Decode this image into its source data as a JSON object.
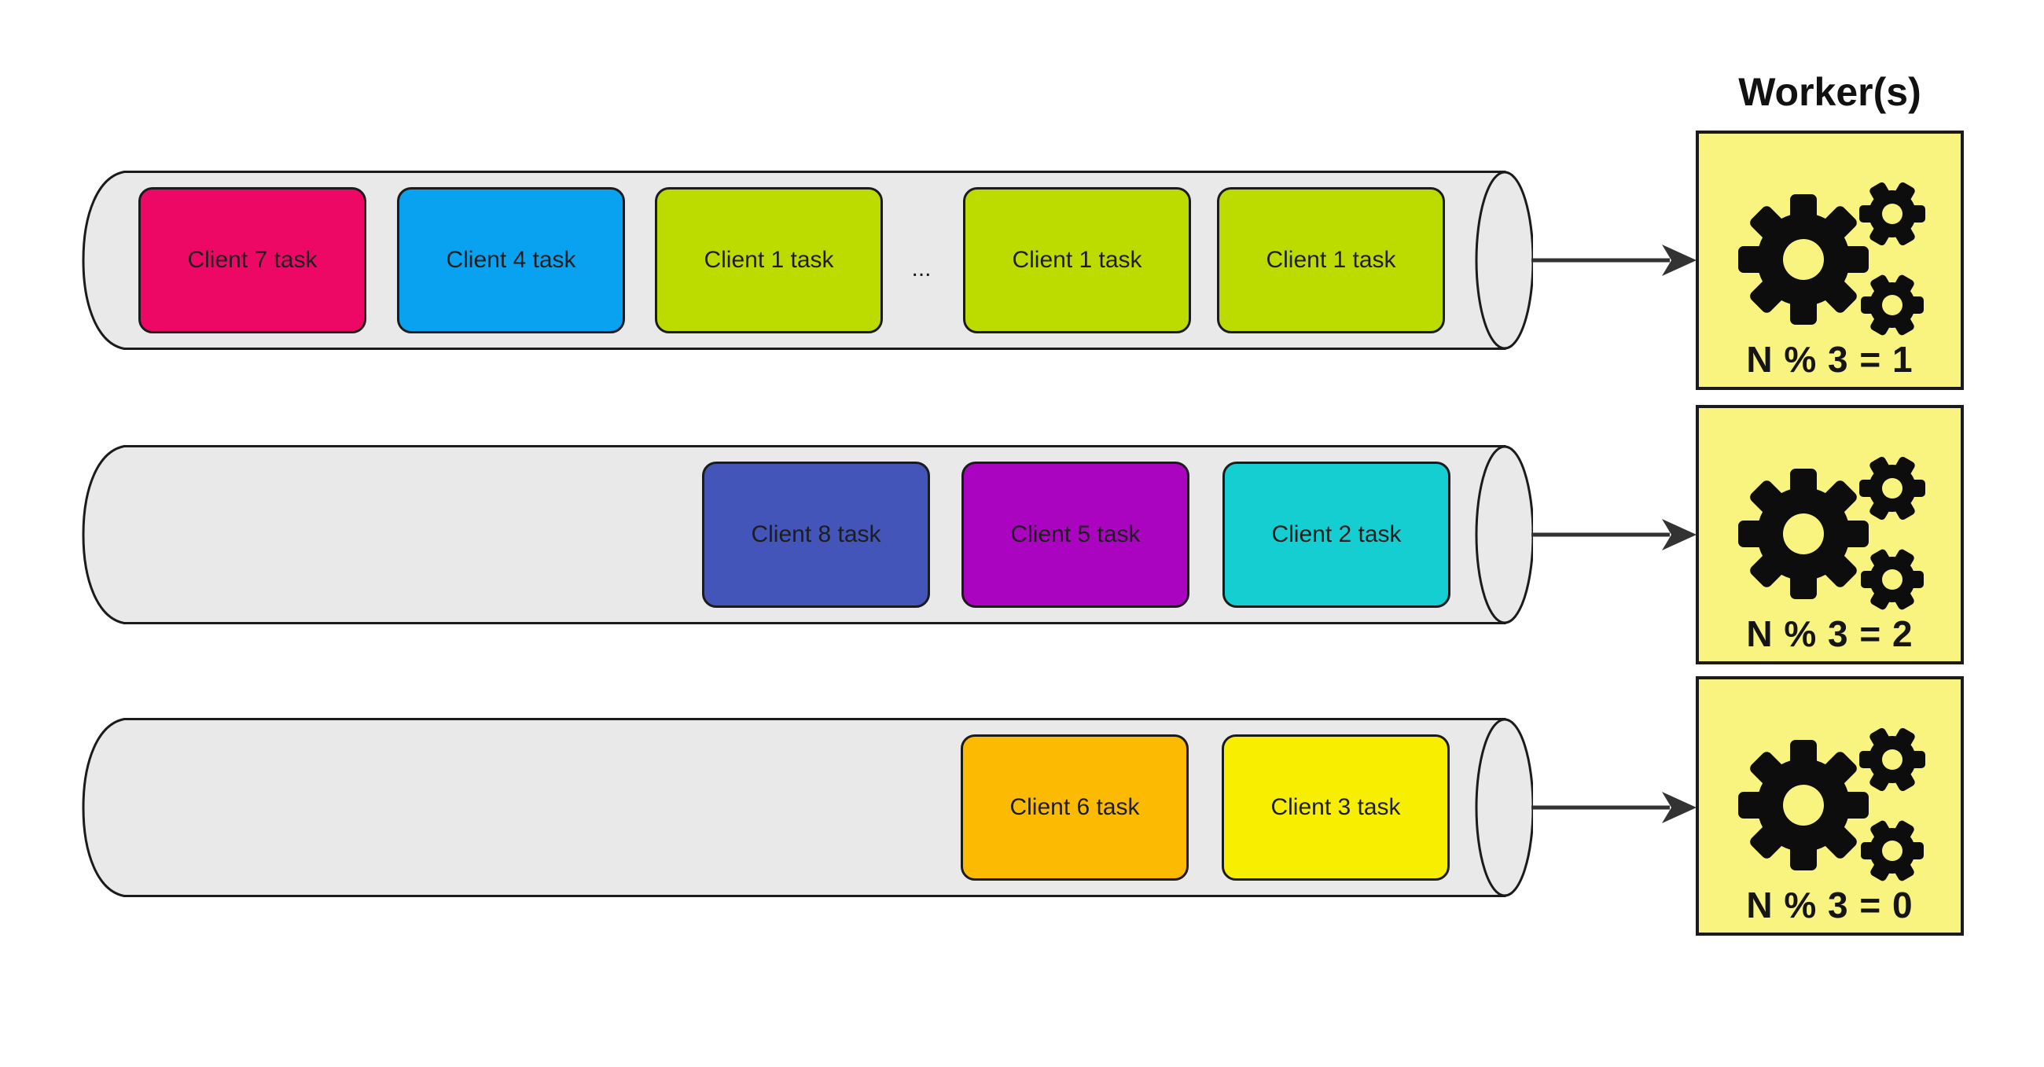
{
  "title": "Worker(s)",
  "ellipsis": "...",
  "colors": {
    "background": "#ffffff",
    "cylinder_fill": "#e9e9e9",
    "stroke": "#1b1b1b",
    "worker_fill": "#f9f37f",
    "arrow": "#333333",
    "gear": "#0d0d0d"
  },
  "icons": {
    "worker_icon": "gears-icon"
  },
  "queues": [
    {
      "name": "queue-1",
      "tasks": [
        {
          "label": "Client 7 task",
          "color": "#ed0866"
        },
        {
          "label": "Client 4 task",
          "color": "#09a2f0"
        },
        {
          "label": "Client 1 task",
          "color": "#bcdc00"
        },
        {
          "label": "Client 1 task",
          "color": "#bcdc00"
        },
        {
          "label": "Client 1 task",
          "color": "#bcdc00"
        }
      ]
    },
    {
      "name": "queue-2",
      "tasks": [
        {
          "label": "Client 8 task",
          "color": "#4355b8"
        },
        {
          "label": "Client 5 task",
          "color": "#aa04c0"
        },
        {
          "label": "Client 2 task",
          "color": "#14ced2"
        }
      ]
    },
    {
      "name": "queue-3",
      "tasks": [
        {
          "label": "Client 6 task",
          "color": "#fcba02"
        },
        {
          "label": "Client 3 task",
          "color": "#f8ef00"
        }
      ]
    }
  ],
  "workers": [
    {
      "label": "N % 3 = 1"
    },
    {
      "label": "N % 3 = 2"
    },
    {
      "label": "N % 3 = 0"
    }
  ]
}
